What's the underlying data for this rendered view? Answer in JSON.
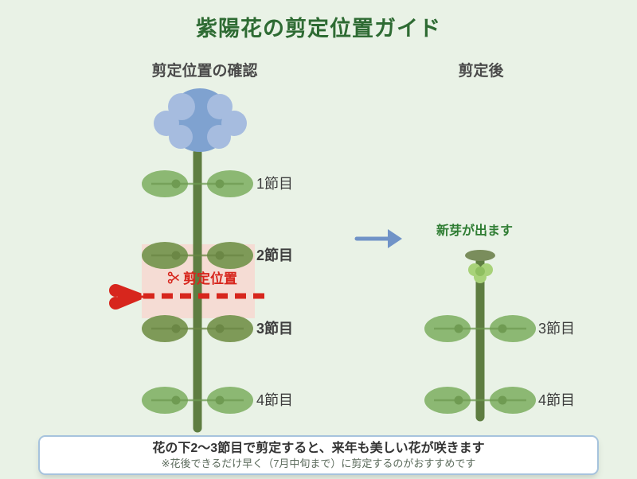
{
  "title": "紫陽花の剪定位置ガイド",
  "left_panel": {
    "heading": "剪定位置の確認",
    "nodes": [
      {
        "label": "1節目",
        "emphasis": false
      },
      {
        "label": "2節目",
        "emphasis": true
      },
      {
        "label": "3節目",
        "emphasis": true
      },
      {
        "label": "4節目",
        "emphasis": false
      }
    ],
    "cut_label": "剪定位置",
    "cut_icon": "scissors-icon"
  },
  "right_panel": {
    "heading": "剪定後",
    "annotation": "新芽が出ます",
    "nodes": [
      {
        "label": "3節目"
      },
      {
        "label": "4節目"
      }
    ]
  },
  "footer": {
    "line1": "花の下2〜3節目で剪定すると、来年も美しい花が咲きます",
    "line2": "※花後できるだけ早く（7月中旬まで）に剪定するのがおすすめです"
  },
  "icons": {
    "cut_marker": "scissors-icon",
    "transition": "arrow-right-icon"
  },
  "colors": {
    "background": "#e9f2e6",
    "title_green": "#2e6b33",
    "stem_green": "#5e7d41",
    "leaf_bright": "#8cb873",
    "leaf_detail_bright": "#6f9b52",
    "leaf_olive": "#7e9a58",
    "leaf_detail_olive": "#6b8745",
    "flower_blue": "#7fa2d0",
    "flower_blue_light": "#a6bcdf",
    "cut_zone_pink": "#f5dcd4",
    "cut_red": "#d7261d",
    "arrow_blue": "#7093c7",
    "sprout_text_green": "#2f7d33",
    "cut_surface": "#7a8d5c",
    "bud_green": "#a8d279",
    "bud_green_dark": "#8fbf60",
    "footer_border_blue": "#a6c3dd"
  }
}
